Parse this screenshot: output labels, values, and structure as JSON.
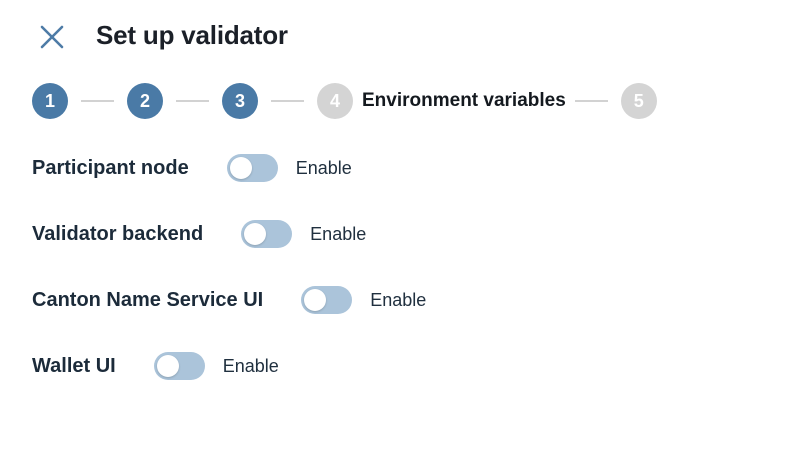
{
  "header": {
    "title": "Set up validator"
  },
  "stepper": {
    "steps": [
      {
        "number": "1",
        "state": "active"
      },
      {
        "number": "2",
        "state": "active"
      },
      {
        "number": "3",
        "state": "active"
      },
      {
        "number": "4",
        "state": "inactive",
        "label": "Environment variables"
      },
      {
        "number": "5",
        "state": "inactive"
      }
    ]
  },
  "rows": [
    {
      "label": "Participant node",
      "toggle_label": "Enable",
      "toggle_state": "off"
    },
    {
      "label": "Validator backend",
      "toggle_label": "Enable",
      "toggle_state": "off"
    },
    {
      "label": "Canton Name Service UI",
      "toggle_label": "Enable",
      "toggle_state": "off"
    },
    {
      "label": "Wallet UI",
      "toggle_label": "Enable",
      "toggle_state": "off"
    }
  ],
  "colors": {
    "step_active": "#4a7aa6",
    "step_inactive": "#d4d4d4",
    "connector": "#d2d2d2",
    "toggle_track": "#abc4da",
    "toggle_knob": "#ffffff",
    "text_dark": "#1c2b3a",
    "close_icon": "#4d7ba6"
  }
}
